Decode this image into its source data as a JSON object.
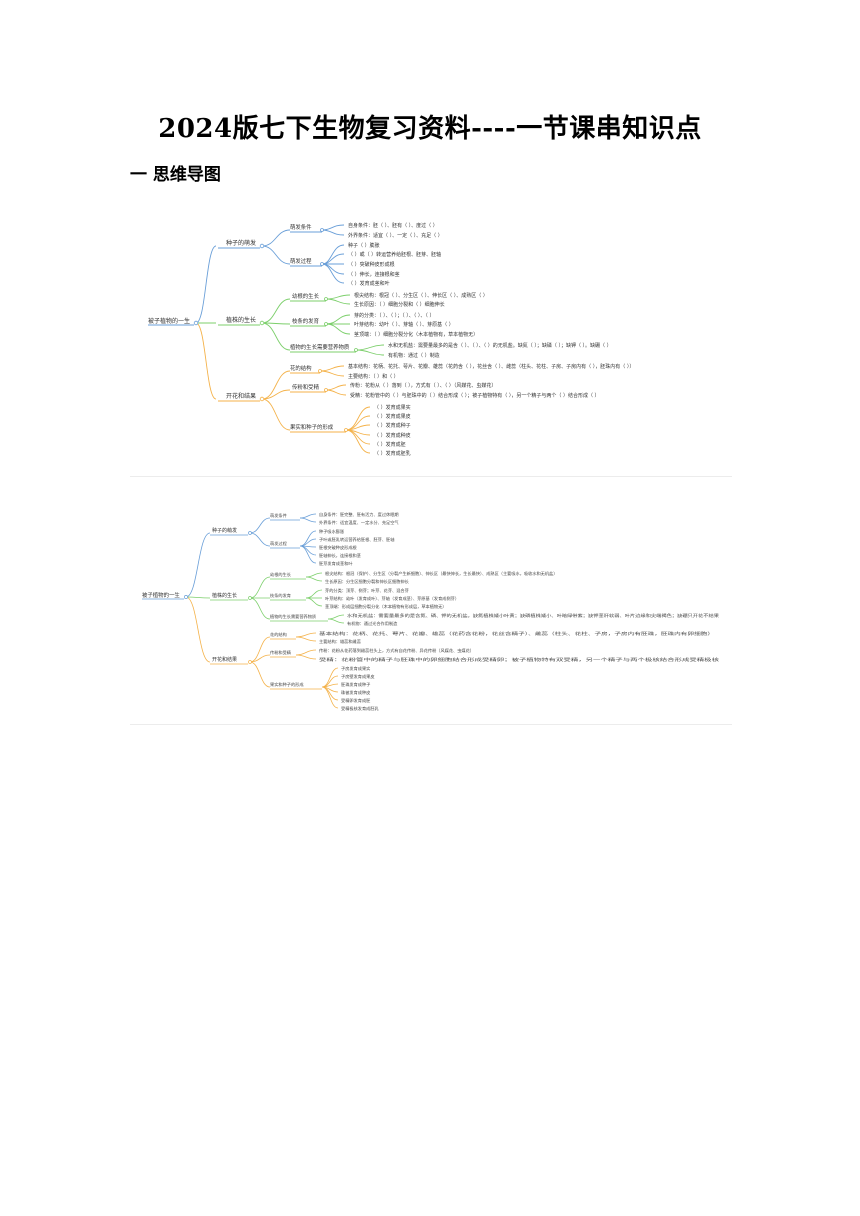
{
  "title": "2024版七下生物复习资料----一节课串知识点",
  "section": "一  思维导图",
  "colors": {
    "blue": "#6a9fd8",
    "green": "#7ccf6b",
    "orange": "#f4b24a"
  },
  "map1": {
    "root": "被子植物的一生",
    "b1": {
      "label": "种子的萌发",
      "s1": {
        "label": "萌发条件",
        "leaves": [
          "自身条件：胚（  ）、胚有（  ）、度过（  ）",
          "外界条件：适宜（  ）、一定（  ）、充足（  ）"
        ]
      },
      "s2": {
        "label": "萌发过程",
        "leaves": [
          "种子（  ）膨胀",
          "（  ）或（  ）转运营养给胚根、胚芽、胚轴",
          "（  ）突破种皮形成根",
          "（  ）伸长，连接根和茎",
          "（  ）发育成茎和叶"
        ]
      }
    },
    "b2": {
      "label": "植株的生长",
      "s1": {
        "label": "幼根的生长",
        "leaves": [
          "根尖结构：根冠（  ）、分生区（  ）、伸长区（  ）、成熟区（  ）",
          "生长原因：（  ）细胞分裂和（  ）细胞伸长"
        ]
      },
      "s2": {
        "label": "枝条的发育",
        "leaves": [
          "芽的分类：（  ）、（  ）；（  ）、（  ）、（  ）",
          "叶芽结构：幼叶（  ）、芽轴（  ）、芽原基（  ）",
          "茎顶端：（  ）细胞分裂分化（木本植物有，草本植物无）"
        ]
      },
      "s3": {
        "label": "植物的生长需要营养物质",
        "leaves": [
          "水和无机盐：需要量最多的是含（  ）、（  ）、（  ）的无机盐。缺氮（  ）；缺磷（  ）；缺钾（  ）。缺硼（  ）",
          "有机物：通过（  ）制造"
        ]
      }
    },
    "b3": {
      "label": "开花和结果",
      "s1": {
        "label": "花的结构",
        "leaves": [
          "基本结构：花柄、花托、萼片、花瓣、雄蕊（花药含（  ），花丝含（  ）、雌蕊（柱头、花柱、子房、子房内有（  ），胚珠内有（  ））",
          "主要结构：（  ）和（  ）"
        ]
      },
      "s2": {
        "label": "传粉和受精",
        "leaves": [
          "传粉：花粉从（  ）落到（  ），方式有（  ）、（  ）（风媒花、虫媒花）",
          "受精：花粉管中的（  ）与胚珠中的（  ）结合形成（  ）；被子植物特有（  ），另一个精子与两个（  ）结合形成（  ）"
        ]
      },
      "s3": {
        "label": "果实和种子的形成",
        "leaves": [
          "（  ）发育成果实",
          "（  ）发育成果皮",
          "（  ）发育成种子",
          "（  ）发育成种皮",
          "（  ）发育成胚",
          "（  ）发育成胚乳"
        ]
      }
    }
  },
  "map2": {
    "root": "被子植物的一生",
    "b1": {
      "label": "种子的萌发",
      "s1": {
        "label": "萌发条件",
        "leaves": [
          "自身条件：胚完整、胚有活力、度过休眠期",
          "外界条件：适宜温度、一定水分、充足空气"
        ]
      },
      "s2": {
        "label": "萌发过程",
        "leaves": [
          "种子吸水膨胀",
          "子叶或胚乳转运营养给胚根、胚芽、胚轴",
          "胚根突破种皮形成根",
          "胚轴伸长，连接根和茎",
          "胚芽发育成茎和叶"
        ]
      }
    },
    "b2": {
      "label": "植株的生长",
      "s1": {
        "label": "幼根的生长",
        "leaves": [
          "根尖结构：根冠（保护）、分生区（分裂产生新细胞）、伸长区（最快伸长，生长最快）、成熟区（主要吸水，吸收水和无机盐）",
          "生长原因：分生区细胞分裂和伸长区细胞伸长"
        ]
      },
      "s2": {
        "label": "枝条的发育",
        "leaves": [
          "芽的分类：顶芽、侧芽；叶芽、花芽、混合芽",
          "叶芽结构：幼叶（发育成叶）、芽轴（发育成茎）、芽原基（发育成侧芽）",
          "茎顶端：形成层细胞分裂分化（木本植物有形成层，草本植物无）"
        ]
      },
      "s3": {
        "label": "植物的生长需要营养物质",
        "leaves": [
          "水和无机盐：需要量最多的是含氮、磷、钾的无机盐。缺氮植株矮小叶黄；缺磷植株矮小、叶暗绿带紫；缺钾茎秆软弱、叶片边缘和尖端褐色；缺硼只开花不结果",
          "有机物：通过光合作用制造"
        ]
      }
    },
    "b3": {
      "label": "开花和结果",
      "s1": {
        "label": "花的结构",
        "leaves": [
          "基本结构：花柄、花托、萼片、花瓣、雄蕊（花药含花粉，花丝含精子）、雌蕊（柱头、花柱、子房，子房内有胚珠，胚珠内有卵细胞）",
          "主要结构：雄蕊和雌蕊"
        ]
      },
      "s2": {
        "label": "传粉和受精",
        "leaves": [
          "传粉：花粉从花药落到雌蕊柱头上，方式有自花传粉、异花传粉（风媒花、虫媒花）",
          "受精：花粉管中的精子与胚珠中的卵细胞结合形成受精卵；被子植物特有双受精，另一个精子与两个极核结合形成受精极核"
        ]
      },
      "s3": {
        "label": "果实和种子的形成",
        "leaves": [
          "子房发育成果实",
          "子房壁发育成果皮",
          "胚珠发育成种子",
          "珠被发育成种皮",
          "受精卵发育成胚",
          "受精极核发育成胚乳"
        ]
      }
    }
  }
}
